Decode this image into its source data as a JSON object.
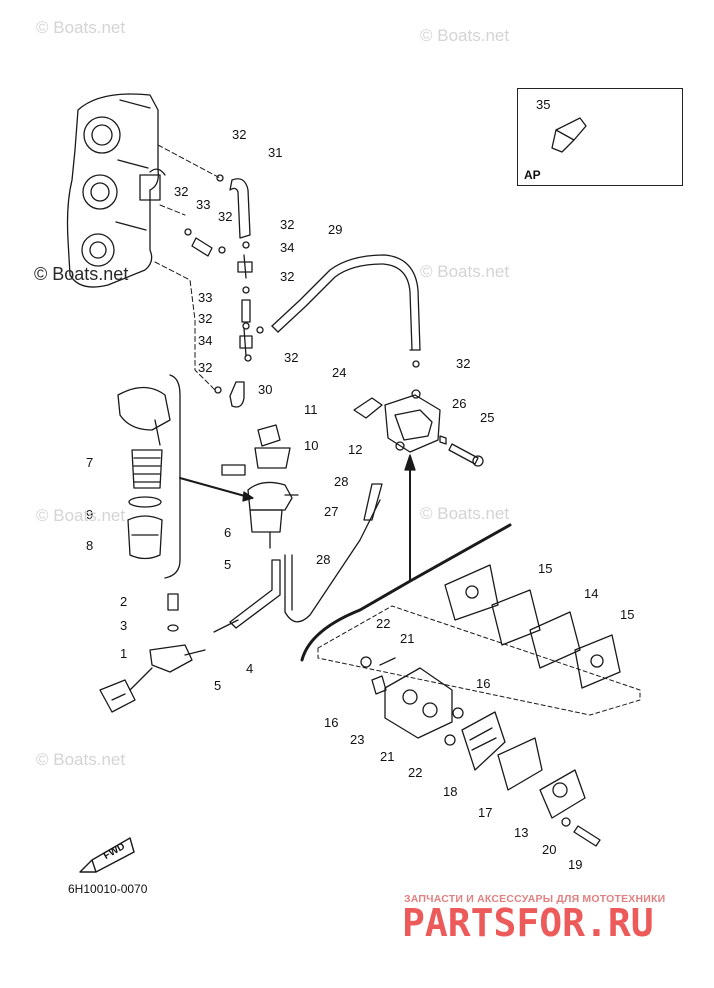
{
  "watermarks": [
    {
      "text": "© Boats.net"
    },
    {
      "text": "© Boats.net"
    },
    {
      "text": "© Boats.net"
    },
    {
      "text": "© Boats.net"
    },
    {
      "text": "© Boats.net"
    },
    {
      "text": "© Boats.net"
    },
    {
      "text": "© Boats.net"
    }
  ],
  "inset": {
    "part": "35",
    "label": "AP"
  },
  "fwd_label": "FWD",
  "drawing_code": "6H10010-0070",
  "brand": {
    "tagline": "ЗАПЧАСТИ И АКСЕССУАРЫ ДЛЯ МОТОТЕХНИКИ",
    "logo": "PARTSFOR.RU"
  },
  "callouts": [
    "32",
    "31",
    "32",
    "33",
    "32",
    "32",
    "34",
    "32",
    "33",
    "32",
    "34",
    "32",
    "32",
    "30",
    "29",
    "32",
    "24",
    "12",
    "26",
    "25",
    "11",
    "10",
    "7",
    "9",
    "8",
    "6",
    "28",
    "27",
    "5",
    "28",
    "2",
    "3",
    "1",
    "4",
    "5",
    "15",
    "14",
    "15",
    "22",
    "21",
    "16",
    "16",
    "23",
    "21",
    "22",
    "18",
    "17",
    "13",
    "20",
    "19"
  ]
}
